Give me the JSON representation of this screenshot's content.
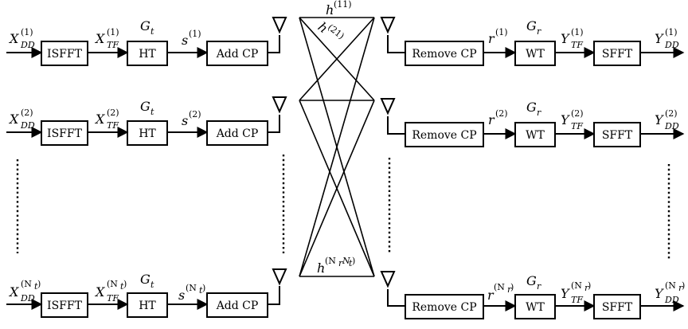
{
  "blocks": {
    "isfft": "ISFFT",
    "ht": "HT",
    "add_cp": "Add CP",
    "remove_cp": "Remove CP",
    "wt": "WT",
    "sfft": "SFFT"
  },
  "symbols": {
    "X": "X",
    "Y": "Y",
    "G": "G",
    "s": "s",
    "r": "r",
    "h": "h",
    "dd": "DD",
    "tf": "TF",
    "t": "t",
    "r_sub": "r"
  },
  "superscripts": {
    "one": "(1)",
    "two": "(2)",
    "nt": "(N",
    "nt_sub": "t",
    "nr": "(N",
    "nr_sub": "r",
    "close": ")"
  },
  "channel": {
    "h11": "(11)",
    "h21": "(21)",
    "hNrNt_open": "(N",
    "hNrNt_r": "r",
    "hNrNt_N": "N",
    "hNrNt_t": "t",
    "hNrNt_close": ")"
  }
}
